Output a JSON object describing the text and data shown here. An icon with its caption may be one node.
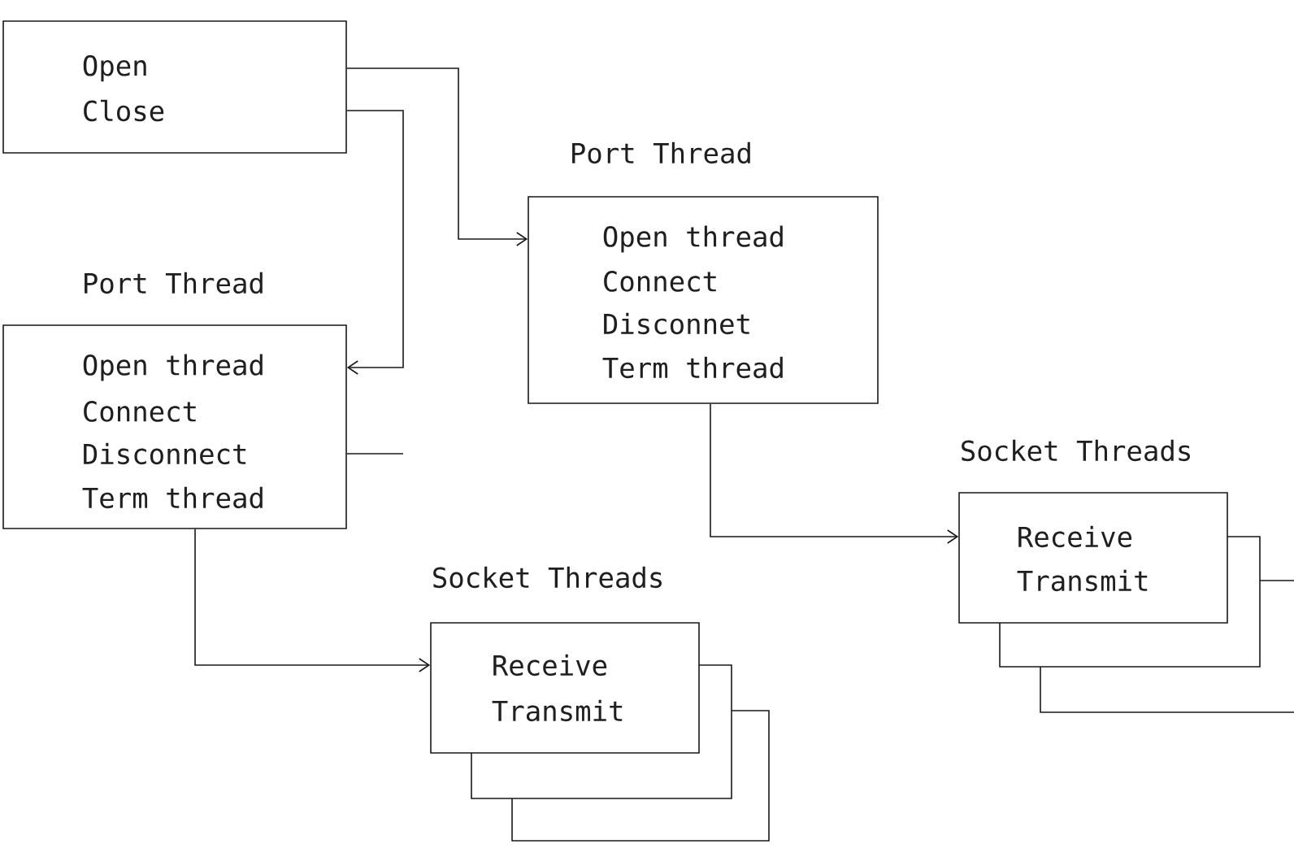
{
  "diagram": {
    "nodes": [
      {
        "text": [
          "Open",
          "Close"
        ]
      },
      {
        "text": [
          "Port Thread",
          "Open thread",
          "Connect",
          "Disconnet",
          "Term thread"
        ]
      },
      {
        "text": [
          "Port Thread",
          "Open thread",
          "Connect",
          "Disconnect",
          "Term thread"
        ]
      },
      {
        "text": [
          "Socket Threads",
          "Receive",
          "Transmit"
        ]
      },
      {
        "text": [
          "Socket Threads",
          "Receive",
          "Transmit"
        ]
      }
    ],
    "edges": [
      {
        "from": 0,
        "to": 1,
        "arrow": "to"
      },
      {
        "from": 0,
        "to": 2,
        "arrow": "to"
      },
      {
        "from": 2,
        "to": null,
        "arrow": "none"
      },
      {
        "from": 2,
        "to": 3,
        "arrow": "to"
      },
      {
        "from": 1,
        "to": 4,
        "arrow": "to"
      }
    ]
  }
}
